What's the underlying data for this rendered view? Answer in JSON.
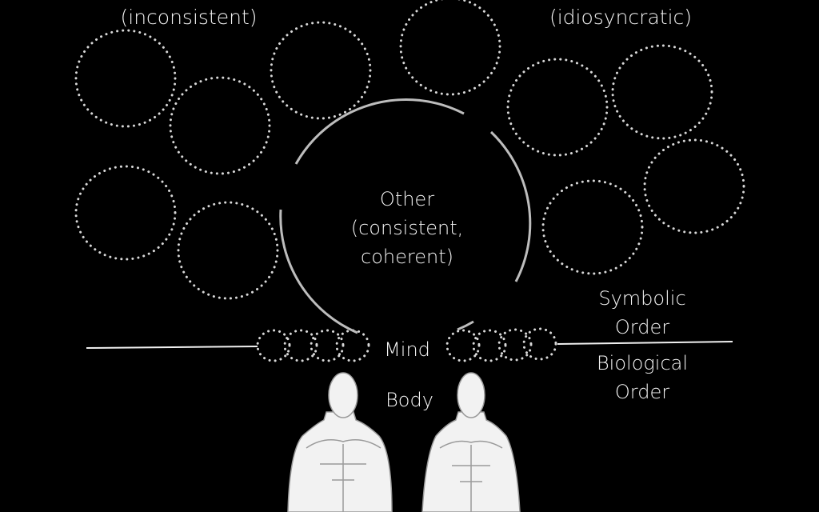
{
  "labels": {
    "inconsistent": "(inconsistent)",
    "idiosyncratic": "(idiosyncratic)",
    "other_line1": "Other",
    "other_line2": "(consistent,",
    "other_line3": "coherent)",
    "mind": "Mind",
    "body": "Body",
    "symbolic_line1": "Symbolic",
    "symbolic_line2": "Order",
    "biological_line1": "Biological",
    "biological_line2": "Order"
  },
  "colors": {
    "background": "#000000",
    "stroke": "#d8d8d8",
    "figure": "#f2f2f2"
  }
}
